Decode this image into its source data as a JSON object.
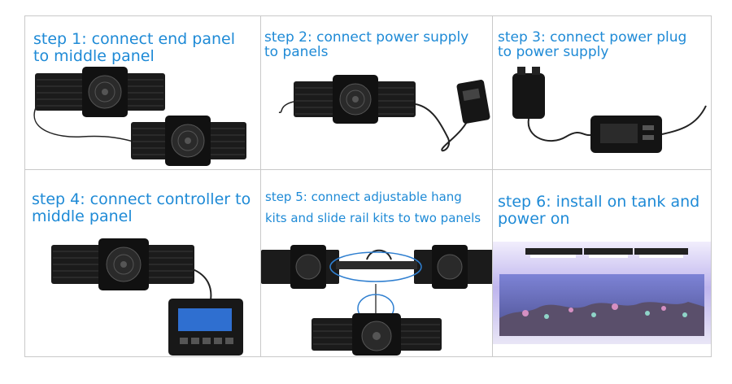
{
  "steps": [
    {
      "caption": "step 1: connect end panel\nto middle panel",
      "image": "two-light-panels-connected-by-cable"
    },
    {
      "caption": "step 2: connect power supply\n to panels",
      "image": "light-panel-with-power-adapter"
    },
    {
      "caption": "step 3: connect power plug\nto power supply",
      "image": "power-plug-and-adapter"
    },
    {
      "caption": "step 4: connect controller to\nmiddle panel",
      "image": "light-panel-with-lcd-controller"
    },
    {
      "caption": "step 5: connect adjustable hang\nkits and slide rail kits to two panels",
      "image": "panels-with-hang-kit-and-slide-rail"
    },
    {
      "caption": "step 6: install on tank and\npower on",
      "image": "lit-reef-aquarium"
    }
  ],
  "colors": {
    "caption": "#1e8ad6",
    "grid": "#c9c9c9",
    "panel": "#1b1b1b",
    "highlight": "#2f7fd0"
  }
}
